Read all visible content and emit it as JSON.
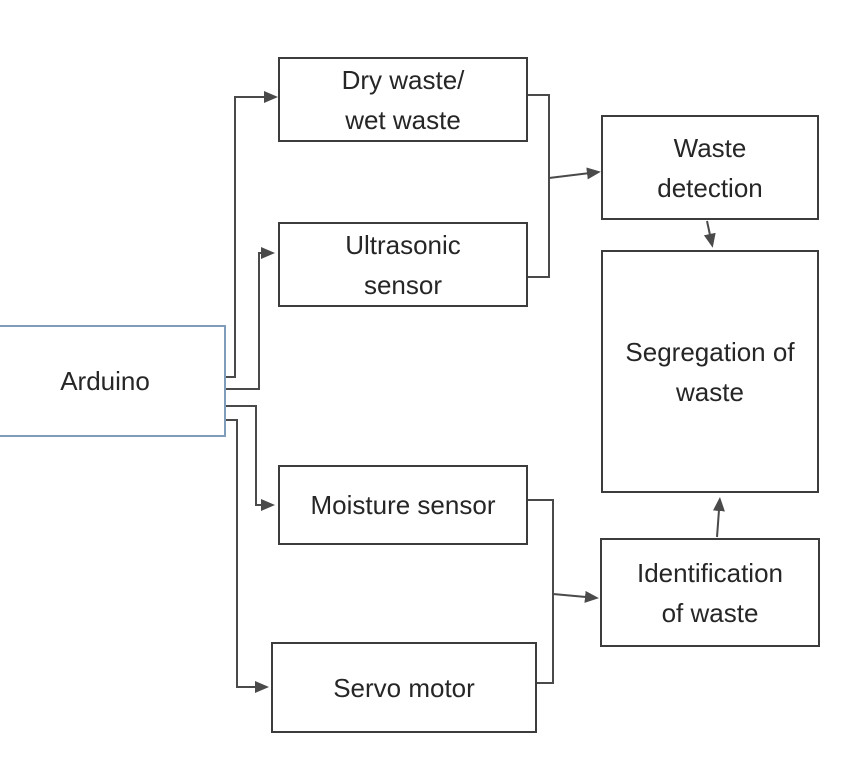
{
  "diagram": {
    "type": "block-diagram",
    "nodes": {
      "arduino": {
        "label": "Arduino"
      },
      "dry_wet_waste": {
        "label": "Dry waste/\nwet waste"
      },
      "ultrasonic": {
        "label": "Ultrasonic\nsensor"
      },
      "moisture": {
        "label": "Moisture sensor"
      },
      "servo": {
        "label": "Servo motor"
      },
      "waste_detection": {
        "label": "Waste\ndetection"
      },
      "segregation": {
        "label": "Segregation of\nwaste"
      },
      "identification": {
        "label": "Identification\nof waste"
      }
    },
    "edges": [
      {
        "from": "arduino",
        "to": "dry_wet_waste"
      },
      {
        "from": "arduino",
        "to": "ultrasonic"
      },
      {
        "from": "arduino",
        "to": "moisture"
      },
      {
        "from": "arduino",
        "to": "servo"
      },
      {
        "from": "dry_wet_waste",
        "to": "waste_detection"
      },
      {
        "from": "ultrasonic",
        "to": "waste_detection"
      },
      {
        "from": "waste_detection",
        "to": "segregation"
      },
      {
        "from": "moisture",
        "to": "identification"
      },
      {
        "from": "servo",
        "to": "identification"
      },
      {
        "from": "identification",
        "to": "segregation"
      }
    ],
    "colors": {
      "background": "#ffffff",
      "box_border": "#3c3c3c",
      "arduino_border": "#7f9cbb",
      "connector": "#4a4a4a",
      "text": "#262626"
    }
  }
}
